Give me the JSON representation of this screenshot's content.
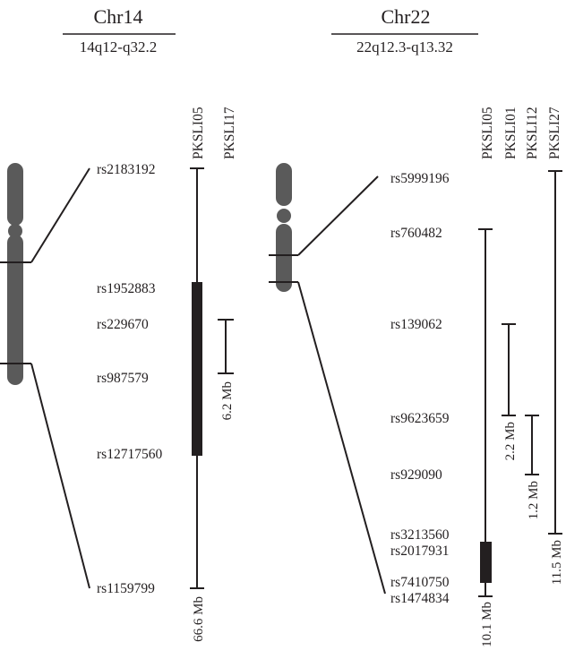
{
  "chr14": {
    "title": "Chr14",
    "band": "14q12-q32.2",
    "markers": [
      "rs2183192",
      "rs1952883",
      "rs229670",
      "rs987579",
      "rs12717560",
      "rs1159799"
    ],
    "families": [
      "PKSLI05",
      "PKSLI17"
    ],
    "sizes": [
      "66.6 Mb",
      "6.2 Mb"
    ]
  },
  "chr22": {
    "title": "Chr22",
    "band": "22q12.3-q13.32",
    "markers": [
      "rs5999196",
      "rs760482",
      "rs139062",
      "rs9623659",
      "rs929090",
      "rs3213560",
      "rs2017931",
      "rs7410750",
      "rs1474834"
    ],
    "families": [
      "PKSLI05",
      "PKSLI01",
      "PKSLI12",
      "PKSLI27"
    ],
    "sizes": [
      "10.1 Mb",
      "2.2 Mb",
      "1.2 Mb",
      "11.5 Mb"
    ]
  },
  "colors": {
    "chromosome": "#5a5a5a",
    "ink": "#231f20"
  }
}
